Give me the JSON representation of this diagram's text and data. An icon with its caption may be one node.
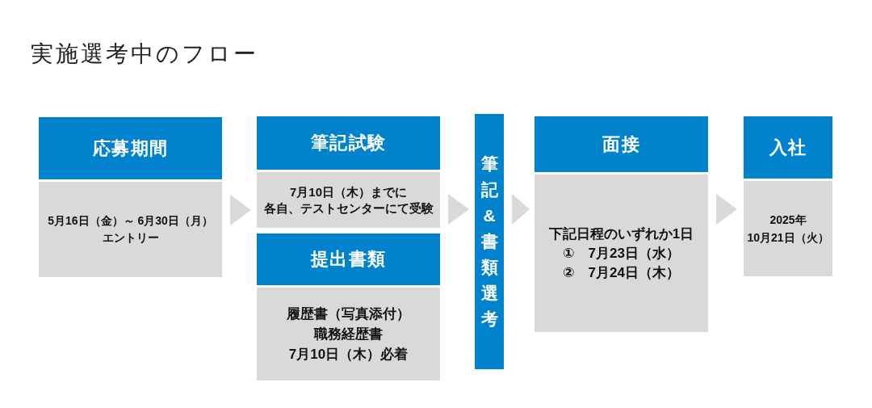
{
  "diagram": {
    "title": "実施選考中のフロー",
    "nodes": [
      {
        "text": [
          "応募期間",
          "5月16日（金）～ 6月30日（月）",
          "エントリー"
        ]
      },
      {
        "text": [
          "筆記試験",
          "7月10日（木）までに",
          "各自、テストセンターにて受験"
        ]
      },
      {
        "text": [
          "提出書類",
          "履歴書（写真添付）",
          "職務経歴書",
          "7月10日（木）必着"
        ]
      },
      {
        "text": [
          "筆記&書類選考"
        ]
      },
      {
        "text": [
          "面接",
          "下記日程のいずれか1日",
          "①　7月23日（水）",
          "②　7月24日（木）"
        ]
      },
      {
        "text": [
          "入社",
          "2025年",
          "10月21日（火）"
        ]
      }
    ],
    "edges": [
      {
        "from": 0,
        "to": 1,
        "arrow": "to"
      },
      {
        "from": 1,
        "to": 3,
        "arrow": "to"
      },
      {
        "from": 3,
        "to": 4,
        "arrow": "to"
      },
      {
        "from": 4,
        "to": 5,
        "arrow": "to"
      }
    ]
  }
}
